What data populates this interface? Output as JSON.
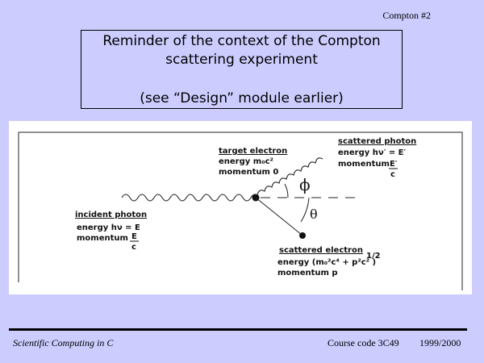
{
  "header": {
    "slide_label": "Compton   #2"
  },
  "title": {
    "line1": "Reminder of the context of the Compton",
    "line2": "scattering experiment",
    "line3": "(see “Design” module earlier)"
  },
  "diagram": {
    "incident": {
      "title": "incident photon",
      "energy": "energy hν = E",
      "momentum": "momentum",
      "frac_num": "E",
      "frac_den": "c"
    },
    "target": {
      "title": "target electron",
      "energy": "energy m₀c²",
      "momentum": "momentum 0"
    },
    "scattered_photon": {
      "title": "scattered photon",
      "energy": "energy hν′ = E′",
      "momentum": "momentum",
      "frac_num": "E′",
      "frac_den": "c"
    },
    "scattered_electron": {
      "title": "scattered electron",
      "energy": "energy  (m₀²c⁴ + p²c² )",
      "exponent": "1/2",
      "momentum": "momentum p"
    },
    "phi_symbol": "ϕ",
    "theta_symbol": "θ"
  },
  "footer": {
    "course_title": "Scientific Computing in C",
    "course_code": "Course code 3C49",
    "year": "1999/2000"
  }
}
